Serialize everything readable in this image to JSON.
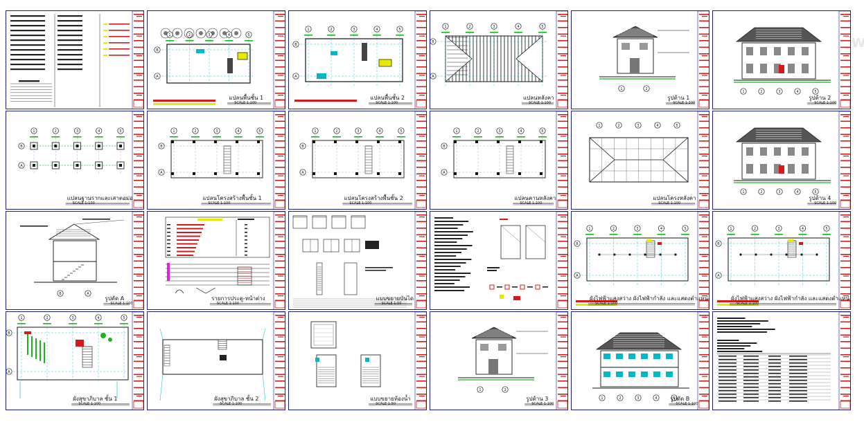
{
  "viewer": {
    "title": "Two-storey house drawing set",
    "watermark": "W"
  },
  "colors": {
    "frame": "#1d1d8c",
    "title_block_red": "#d81818",
    "grid_line": "#00b8c8",
    "dim_green": "#16b816",
    "yellow": "#e8e800",
    "linework": "#222222"
  },
  "sheets": [
    {
      "id": "s01",
      "kind": "index",
      "title": "",
      "scale": ""
    },
    {
      "id": "s02",
      "kind": "site_plan",
      "title": "แปลนพื้นชั้น 1",
      "scale": "SCALE 1:100",
      "grid_top": [
        "1",
        "2",
        "3",
        "4",
        "5"
      ],
      "grid_side": [
        "B",
        "A"
      ]
    },
    {
      "id": "s03",
      "kind": "floor_plan",
      "title": "แปลนพื้นชั้น 2",
      "scale": "SCALE 1:100",
      "grid_top": [
        "1",
        "2",
        "3",
        "4",
        "5"
      ],
      "grid_side": [
        "B",
        "A"
      ]
    },
    {
      "id": "s04",
      "kind": "roof_plan",
      "title": "แปลนหลังคา",
      "scale": "SCALE 1:100",
      "grid_top": [
        "1",
        "2",
        "3",
        "4",
        "5"
      ],
      "grid_side": [
        "B",
        "A"
      ]
    },
    {
      "id": "s05",
      "kind": "elevation_small",
      "title": "รูปด้าน 1",
      "scale": "SCALE 1:100",
      "grid_bottom": [
        "1",
        "2"
      ]
    },
    {
      "id": "s06",
      "kind": "elevation_wide",
      "title": "รูปด้าน 2",
      "scale": "SCALE 1:100",
      "grid_bottom": [
        "1",
        "2",
        "3",
        "4",
        "5"
      ]
    },
    {
      "id": "s07",
      "kind": "foundation_plan",
      "title": "แปลนฐานรากและเสาตอม่อ",
      "scale": "SCALE 1:100",
      "grid_top": [
        "1",
        "2",
        "3",
        "4",
        "5"
      ],
      "grid_side": [
        "B",
        "A"
      ]
    },
    {
      "id": "s08",
      "kind": "beam_plan",
      "title": "แปลนโครงสร้างพื้นชั้น 1",
      "scale": "SCALE 1:100",
      "grid_top": [
        "1",
        "2",
        "3",
        "4",
        "5"
      ],
      "grid_side": [
        "B",
        "A"
      ]
    },
    {
      "id": "s09",
      "kind": "beam_plan",
      "title": "แปลนโครงสร้างพื้นชั้น 2",
      "scale": "SCALE 1:100",
      "grid_top": [
        "1",
        "2",
        "3",
        "4",
        "5"
      ],
      "grid_side": [
        "B",
        "A"
      ]
    },
    {
      "id": "s10",
      "kind": "beam_plan",
      "title": "แปลนคานหลังคา",
      "scale": "SCALE 1:100",
      "grid_top": [
        "1",
        "2",
        "3",
        "4",
        "5"
      ],
      "grid_side": [
        "B",
        "A"
      ]
    },
    {
      "id": "s11",
      "kind": "roof_frame",
      "title": "แปลนโครงหลังคา",
      "scale": "SCALE 1:100",
      "grid_top": [
        "1",
        "2",
        "3",
        "4",
        "5"
      ]
    },
    {
      "id": "s12",
      "kind": "elevation_wide",
      "title": "รูปด้าน 4",
      "scale": "SCALE 1:100",
      "grid_bottom": [
        "1",
        "2",
        "3",
        "4",
        "5"
      ]
    },
    {
      "id": "s13",
      "kind": "section",
      "title": "รูปตัด A",
      "scale": "SCALE 1:100",
      "grid_bottom": [
        "B",
        "A"
      ]
    },
    {
      "id": "s14",
      "kind": "schedule",
      "title": "รายการประตู-หน้าต่าง",
      "scale": "SCALE 1:100"
    },
    {
      "id": "s15",
      "kind": "details",
      "title": "แบบขยายบันได",
      "scale": "SCALE 1:50"
    },
    {
      "id": "s16",
      "kind": "door_details",
      "title": "",
      "scale": ""
    },
    {
      "id": "s17",
      "kind": "electrical",
      "title": "ผังไฟฟ้าแสงสว่าง ผังไฟฟ้ากำลัง และแสดงตำแหน่งอุปกรณ์ ชั้น 1",
      "scale": "SCALE 1:100",
      "grid_top": [
        "1",
        "2",
        "3",
        "4",
        "5"
      ],
      "grid_side": [
        "B",
        "A"
      ]
    },
    {
      "id": "s18",
      "kind": "electrical",
      "title": "ผังไฟฟ้าแสงสว่าง ผังไฟฟ้ากำลัง และแสดงตำแหน่งอุปกรณ์ ชั้น 2",
      "scale": "SCALE 1:100",
      "grid_top": [
        "1",
        "2",
        "3",
        "4",
        "5"
      ],
      "grid_side": [
        "B",
        "A"
      ]
    },
    {
      "id": "s19",
      "kind": "plumbing",
      "title": "ผังสุขาภิบาล ชั้น 1",
      "scale": "SCALE 1:100",
      "grid_top": [
        "1",
        "2",
        "3",
        "4",
        "5"
      ],
      "grid_side": [
        "B",
        "A"
      ]
    },
    {
      "id": "s20",
      "kind": "plumbing2",
      "title": "ผังสุขาภิบาล ชั้น 2",
      "scale": "SCALE 1:100"
    },
    {
      "id": "s21",
      "kind": "toilet_detail",
      "title": "แบบขยายห้องน้ำ",
      "scale": "SCALE 1:50"
    },
    {
      "id": "s22",
      "kind": "elevation_small",
      "title": "รูปด้าน 3",
      "scale": "SCALE 1:100",
      "grid_bottom": [
        "1",
        "2"
      ]
    },
    {
      "id": "s23",
      "kind": "section_wide",
      "title": "รูปตัด B",
      "scale": "SCALE 1:100",
      "grid_bottom": [
        "1",
        "2",
        "3",
        "4",
        "5"
      ]
    },
    {
      "id": "s24",
      "kind": "notes",
      "title": "",
      "scale": ""
    }
  ]
}
